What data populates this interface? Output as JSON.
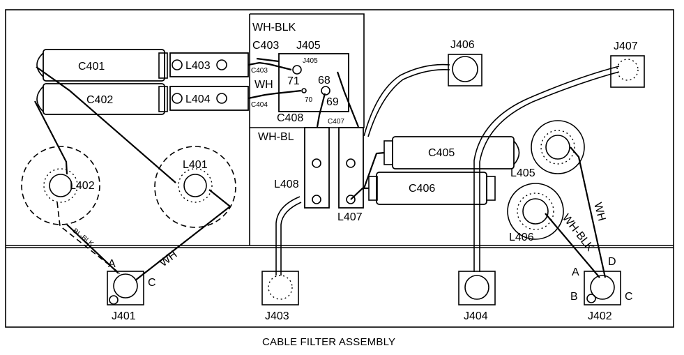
{
  "caption": "CABLE FILTER ASSEMBLY",
  "wires": {
    "wh_blk_top": "WH-BLK",
    "wh_mid": "WH",
    "wh_bl": "WH-BL",
    "wh_j401": "WH",
    "bl_blk_j401": "BL-BLK",
    "wh_j402": "WH",
    "wh_blk_j402": "WH-BLK"
  },
  "capacitors": {
    "c401": "C401",
    "c402": "C402",
    "c403": "C403",
    "c405": "C405",
    "c406": "C406",
    "c408": "C408"
  },
  "inductors": {
    "l401": "L401",
    "l402": "L402",
    "l403": "L403",
    "l404": "L404",
    "l405": "L405",
    "l406": "L406",
    "l407": "L407",
    "l408": "L408"
  },
  "jacks": {
    "j401": "J401",
    "j402": "J402",
    "j403": "J403",
    "j404": "J404",
    "j405": "J405",
    "j406": "J406",
    "j407": "J407"
  },
  "terminals": {
    "t71": "71",
    "t68": "68",
    "t69": "69",
    "small_j405": "J405",
    "small_c403": "C403",
    "small_c404": "C404",
    "small_c407": "C407",
    "small_70": "70"
  },
  "pins": {
    "j401_a": "A",
    "j401_c": "C",
    "j402_a": "A",
    "j402_b": "B",
    "j402_c": "C",
    "j402_d": "D"
  }
}
